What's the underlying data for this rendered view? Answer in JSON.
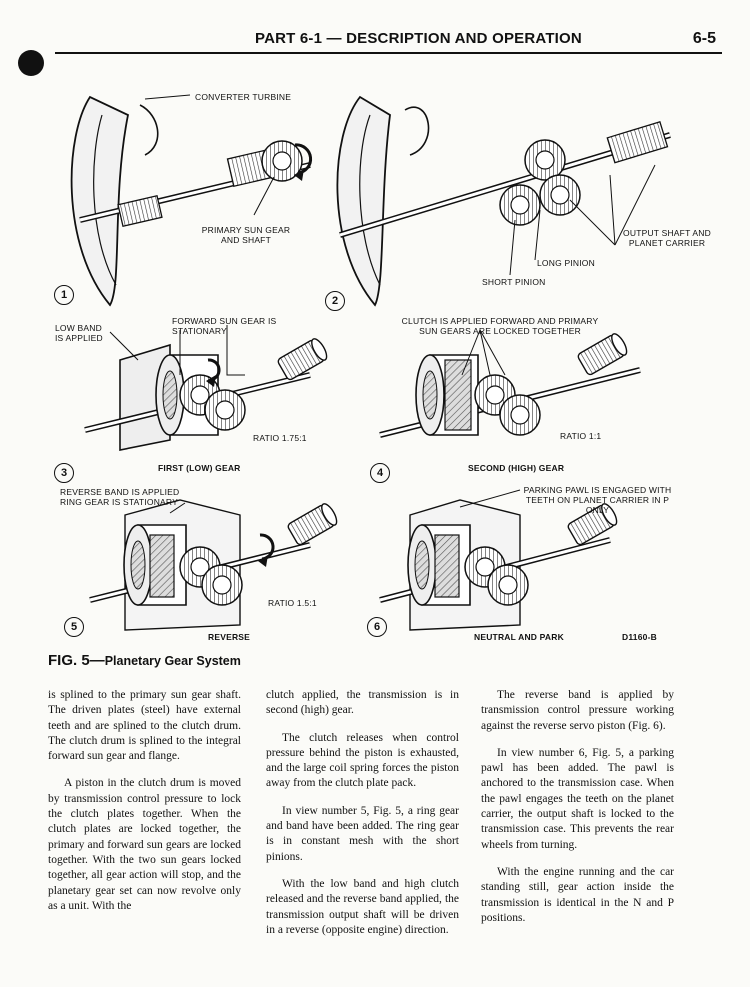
{
  "header": {
    "title": "PART 6-1 — DESCRIPTION AND OPERATION",
    "page_number": "6-5"
  },
  "figure": {
    "callouts": {
      "converter_turbine": "CONVERTER TURBINE",
      "primary_sun_gear": "PRIMARY SUN GEAR AND SHAFT",
      "output_shaft": "OUTPUT SHAFT AND PLANET CARRIER",
      "long_pinion": "LONG PINION",
      "short_pinion": "SHORT PINION",
      "low_band": "LOW BAND IS APPLIED",
      "forward_sun_gear": "FORWARD SUN GEAR IS STATIONARY",
      "clutch_applied": "CLUTCH IS APPLIED FORWARD AND PRIMARY SUN GEARS ARE LOCKED TOGETHER",
      "ratio_3": "RATIO 1.75:1",
      "ratio_4": "RATIO 1:1",
      "reverse_band": "REVERSE BAND IS APPLIED RING GEAR IS STATIONARY",
      "parking_pawl": "PARKING PAWL IS ENGAGED WITH TEETH ON PLANET CARRIER IN P ONLY",
      "ratio_5": "RATIO 1.5:1",
      "code": "D1160-B"
    },
    "views": [
      {
        "number": "1"
      },
      {
        "number": "2"
      },
      {
        "number": "3",
        "gear": "FIRST (LOW) GEAR"
      },
      {
        "number": "4",
        "gear": "SECOND (HIGH) GEAR"
      },
      {
        "number": "5",
        "gear": "REVERSE"
      },
      {
        "number": "6",
        "gear": "NEUTRAL AND PARK"
      }
    ]
  },
  "caption": {
    "fig": "FIG. 5—",
    "title": "Planetary Gear System"
  },
  "columns": [
    [
      "is splined to the primary sun gear shaft. The driven plates (steel) have external teeth and are splined to the clutch drum. The clutch drum is splined to the integral forward sun gear and flange.",
      "A piston in the clutch drum is moved by transmission control pressure to lock the clutch plates together. When the clutch plates are locked together, the primary and forward sun gears are locked together. With the two sun gears locked together, all gear action will stop, and the planetary gear set can now revolve only as a unit. With the"
    ],
    [
      "clutch applied, the transmission is in second (high) gear.",
      "The clutch releases when control pressure behind the piston is exhausted, and the large coil spring forces the piston away from the clutch plate pack.",
      "In view number 5, Fig. 5, a ring gear and band have been added. The ring gear is in constant mesh with the short pinions.",
      "With the low band and high clutch released and the reverse band applied, the transmission output shaft will be driven in a reverse (opposite engine) direction."
    ],
    [
      "The reverse band is applied by transmission control pressure working against the reverse servo piston (Fig. 6).",
      "In view number 6, Fig. 5, a parking pawl has been added. The pawl is anchored to the transmission case. When the pawl engages the teeth on the planet carrier, the output shaft is locked to the transmission case. This prevents the rear wheels from turning.",
      "With the engine running and the car standing still, gear action inside the transmission is identical in the N and P positions."
    ]
  ]
}
